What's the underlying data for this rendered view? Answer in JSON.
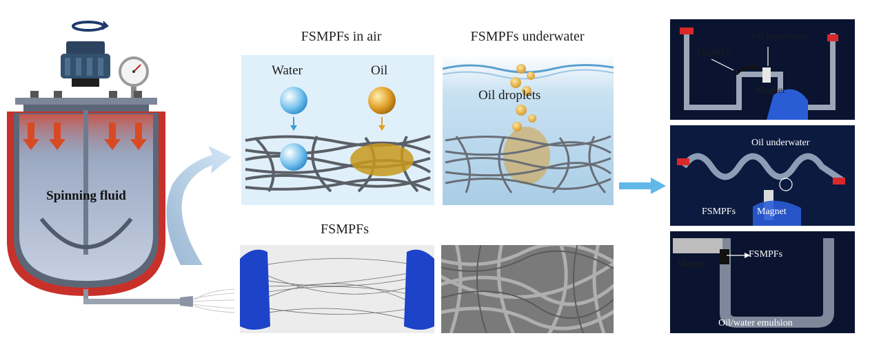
{
  "reactor": {
    "label": "Spinning fluid"
  },
  "air_panel": {
    "title": "FSMPFs in air",
    "water_label": "Water",
    "oil_label": "Oil"
  },
  "water_panel": {
    "title": "FSMPFs underwater",
    "droplet_label": "Oil droplets"
  },
  "fiber_panel": {
    "title": "FSMPFs"
  },
  "photo1": {
    "fiber_label": "FSMPFs",
    "oil_label": "Oil underwater",
    "magnet_label": "Magnet"
  },
  "photo2": {
    "oil_label": "Oil underwater",
    "fiber_label": "FSMPFs",
    "magnet_label": "Magnet"
  },
  "photo3": {
    "magnet_label": "Magnet",
    "fiber_label": "FSMPFs",
    "emulsion_label": "Oil/water emulsion"
  },
  "colors": {
    "arrow_blue": "#5fb8e8",
    "reactor_red": "#c8302a",
    "panel_blue": "#dff0fb",
    "photo_bg": "#0a1430"
  }
}
